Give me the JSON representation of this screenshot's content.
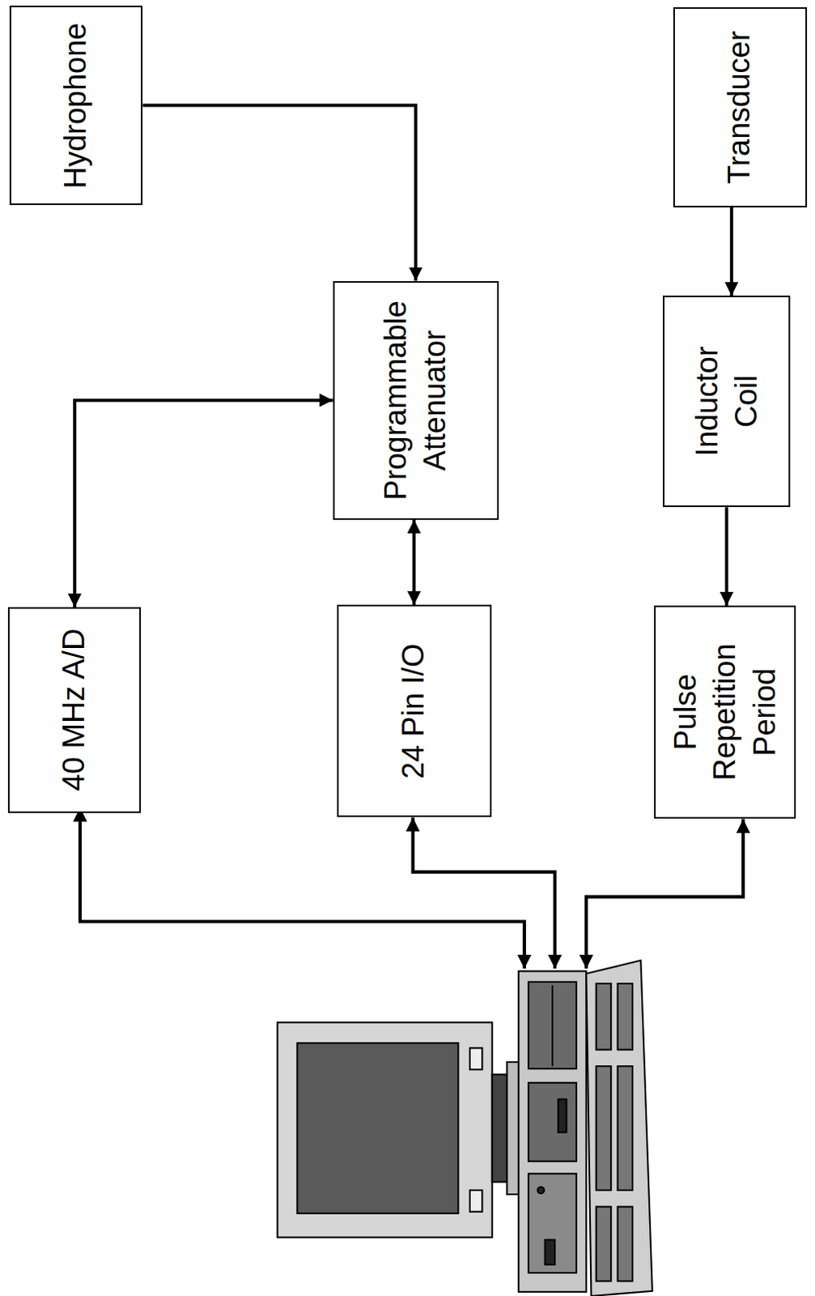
{
  "diagram": {
    "nodes": [
      {
        "text": [
          "Hydrophone"
        ]
      },
      {
        "text": [
          "Transducer"
        ]
      },
      {
        "text": [
          "Programmable Attenuator"
        ]
      },
      {
        "text": [
          "Inductor Coil"
        ]
      },
      {
        "text": [
          "40 MHz A/D"
        ]
      },
      {
        "text": [
          "24 Pin I/O"
        ]
      },
      {
        "text": [
          "Pulse Repetition Period"
        ]
      }
    ],
    "edges": [
      {
        "from": 0,
        "to": 2,
        "arrow": "to"
      },
      {
        "from": 4,
        "to": 2,
        "arrow": "both"
      },
      {
        "from": 2,
        "to": 5,
        "arrow": "both"
      },
      {
        "from": 1,
        "to": 3,
        "arrow": "to"
      },
      {
        "from": 3,
        "to": 6,
        "arrow": "to"
      }
    ]
  }
}
